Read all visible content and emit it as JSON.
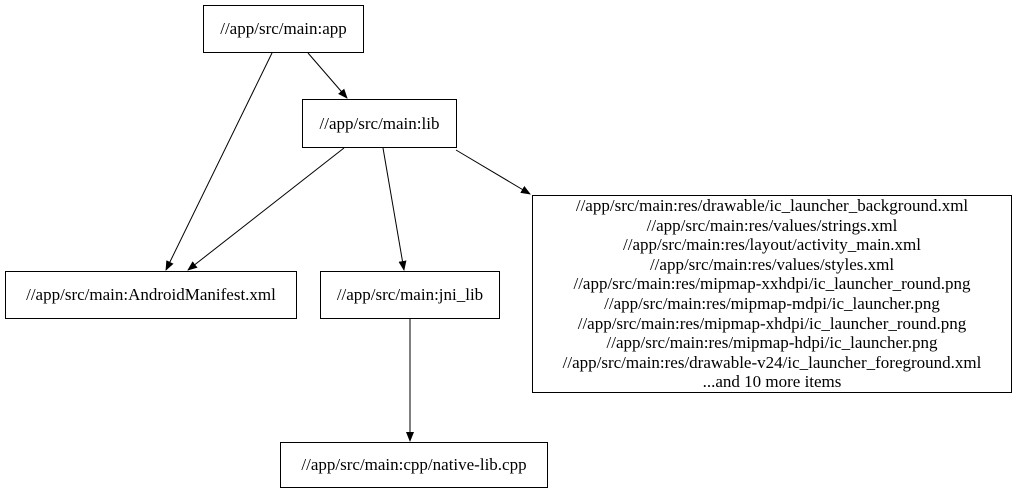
{
  "diagram": {
    "type": "dependency-graph",
    "background_color": "#ffffff",
    "node_border_color": "#000000",
    "text_color": "#000000",
    "edge_color": "#000000",
    "nodes": [
      {
        "id": "app",
        "label": "//app/src/main:app"
      },
      {
        "id": "lib",
        "label": "//app/src/main:lib"
      },
      {
        "id": "android_manifest",
        "label": "//app/src/main:AndroidManifest.xml"
      },
      {
        "id": "jni_lib",
        "label": "//app/src/main:jni_lib"
      },
      {
        "id": "res_group",
        "lines": [
          "//app/src/main:res/drawable/ic_launcher_background.xml",
          "//app/src/main:res/values/strings.xml",
          "//app/src/main:res/layout/activity_main.xml",
          "//app/src/main:res/values/styles.xml",
          "//app/src/main:res/mipmap-xxhdpi/ic_launcher_round.png",
          "//app/src/main:res/mipmap-mdpi/ic_launcher.png",
          "//app/src/main:res/mipmap-xhdpi/ic_launcher_round.png",
          "//app/src/main:res/mipmap-hdpi/ic_launcher.png",
          "//app/src/main:res/drawable-v24/ic_launcher_foreground.xml",
          "...and 10 more items"
        ]
      },
      {
        "id": "native_lib_cpp",
        "label": "//app/src/main:cpp/native-lib.cpp"
      }
    ],
    "edges": [
      {
        "from": "app",
        "to": "lib"
      },
      {
        "from": "app",
        "to": "android_manifest"
      },
      {
        "from": "lib",
        "to": "android_manifest"
      },
      {
        "from": "lib",
        "to": "jni_lib"
      },
      {
        "from": "lib",
        "to": "res_group"
      },
      {
        "from": "jni_lib",
        "to": "native_lib_cpp"
      }
    ]
  }
}
